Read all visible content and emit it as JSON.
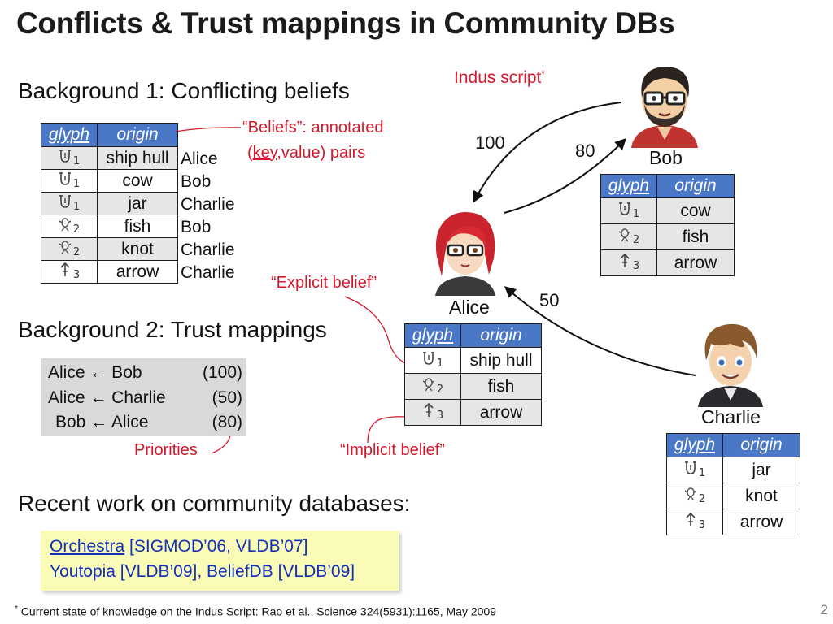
{
  "slide": {
    "title": "Conflicts & Trust mappings in Community DBs",
    "page_number": "2",
    "footnote_marker": "*",
    "footnote": "Current state of knowledge on the Indus Script: Rao et al., Science 324(5931):1165, May 2009"
  },
  "background1": {
    "heading": "Background 1: Conflicting beliefs",
    "headers": [
      "glyph",
      "origin"
    ],
    "rows": [
      {
        "glyph_index": "1",
        "origin": "ship hull",
        "user": "Alice"
      },
      {
        "glyph_index": "1",
        "origin": "cow",
        "user": "Bob"
      },
      {
        "glyph_index": "1",
        "origin": "jar",
        "user": "Charlie"
      },
      {
        "glyph_index": "2",
        "origin": "fish",
        "user": "Bob"
      },
      {
        "glyph_index": "2",
        "origin": "knot",
        "user": "Charlie"
      },
      {
        "glyph_index": "3",
        "origin": "arrow",
        "user": "Charlie"
      }
    ],
    "annotation_line1": "“Beliefs”: annotated",
    "annotation_key": "key",
    "annotation_line2_open": "(",
    "annotation_line2_rest": ",value) pairs"
  },
  "background2": {
    "heading": "Background 2: Trust mappings",
    "mappings": [
      {
        "text": "Alice ← Bob",
        "priority": "(100)"
      },
      {
        "text": "Alice ← Charlie",
        "priority": "(50)"
      },
      {
        "text": "Bob ← Alice",
        "priority": "(80)"
      }
    ],
    "priorities_label": "Priorities"
  },
  "recent": {
    "heading": "Recent work on community databases:",
    "line1_link": "Orchestra",
    "line1_rest": " [SIGMOD’06, VLDB’07]",
    "line2": "Youtopia [VLDB’09], BeliefDB [VLDB’09]"
  },
  "diagram": {
    "indus_label": "Indus script",
    "indus_marker": "*",
    "explicit_label": "“Explicit belief”",
    "implicit_label": "“Implicit belief”",
    "weights": {
      "bob_to_alice": "100",
      "alice_to_bob": "80",
      "charlie_to_alice": "50"
    },
    "alice": {
      "name": "Alice",
      "headers": [
        "glyph",
        "origin"
      ],
      "rows": [
        {
          "glyph_index": "1",
          "origin": "ship hull"
        },
        {
          "glyph_index": "2",
          "origin": "fish"
        },
        {
          "glyph_index": "3",
          "origin": "arrow"
        }
      ]
    },
    "bob": {
      "name": "Bob",
      "headers": [
        "glyph",
        "origin"
      ],
      "rows": [
        {
          "glyph_index": "1",
          "origin": "cow"
        },
        {
          "glyph_index": "2",
          "origin": "fish"
        },
        {
          "glyph_index": "3",
          "origin": "arrow"
        }
      ]
    },
    "charlie": {
      "name": "Charlie",
      "headers": [
        "glyph",
        "origin"
      ],
      "rows": [
        {
          "glyph_index": "1",
          "origin": "jar"
        },
        {
          "glyph_index": "2",
          "origin": "knot"
        },
        {
          "glyph_index": "3",
          "origin": "arrow"
        }
      ]
    }
  },
  "colors": {
    "accent_red": "#d6172b",
    "table_header_blue": "#4a78c6",
    "link_blue": "#1230b8",
    "reference_box": "#fbfbb8"
  }
}
